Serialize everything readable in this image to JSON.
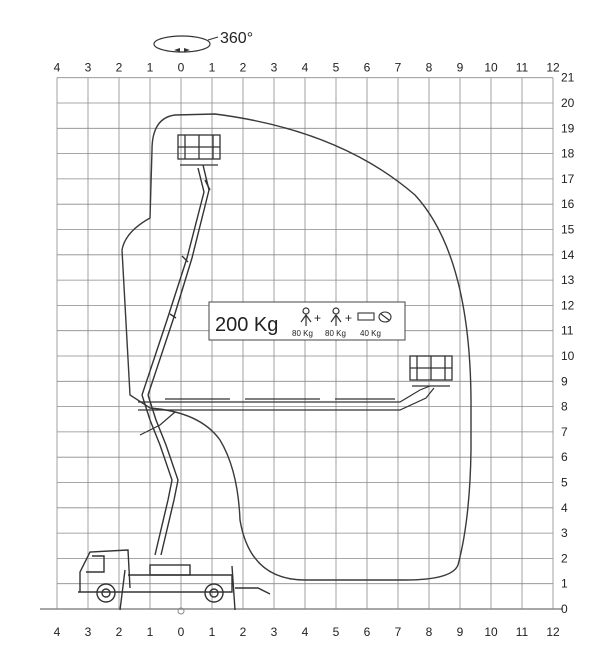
{
  "rotation": {
    "label": "360°"
  },
  "grid": {
    "x_ticks": [
      "4",
      "3",
      "2",
      "1",
      "0",
      "1",
      "2",
      "3",
      "4",
      "5",
      "6",
      "7",
      "8",
      "9",
      "10",
      "11",
      "12"
    ],
    "y_ticks": [
      "0",
      "1",
      "2",
      "3",
      "4",
      "5",
      "6",
      "7",
      "8",
      "9",
      "10",
      "11",
      "12",
      "13",
      "14",
      "15",
      "16",
      "17",
      "18",
      "19",
      "20",
      "21"
    ]
  },
  "load_panel": {
    "weight": "200 Kg",
    "loads": [
      "80 Kg",
      "80 Kg",
      "40 Kg"
    ]
  },
  "colors": {
    "line": "#4a4a4a",
    "grid": "#8a8a8a",
    "background": "#ffffff"
  },
  "icons": [
    "person-icon",
    "person-icon",
    "tools-icon",
    "truck-icon",
    "rotation-icon"
  ]
}
